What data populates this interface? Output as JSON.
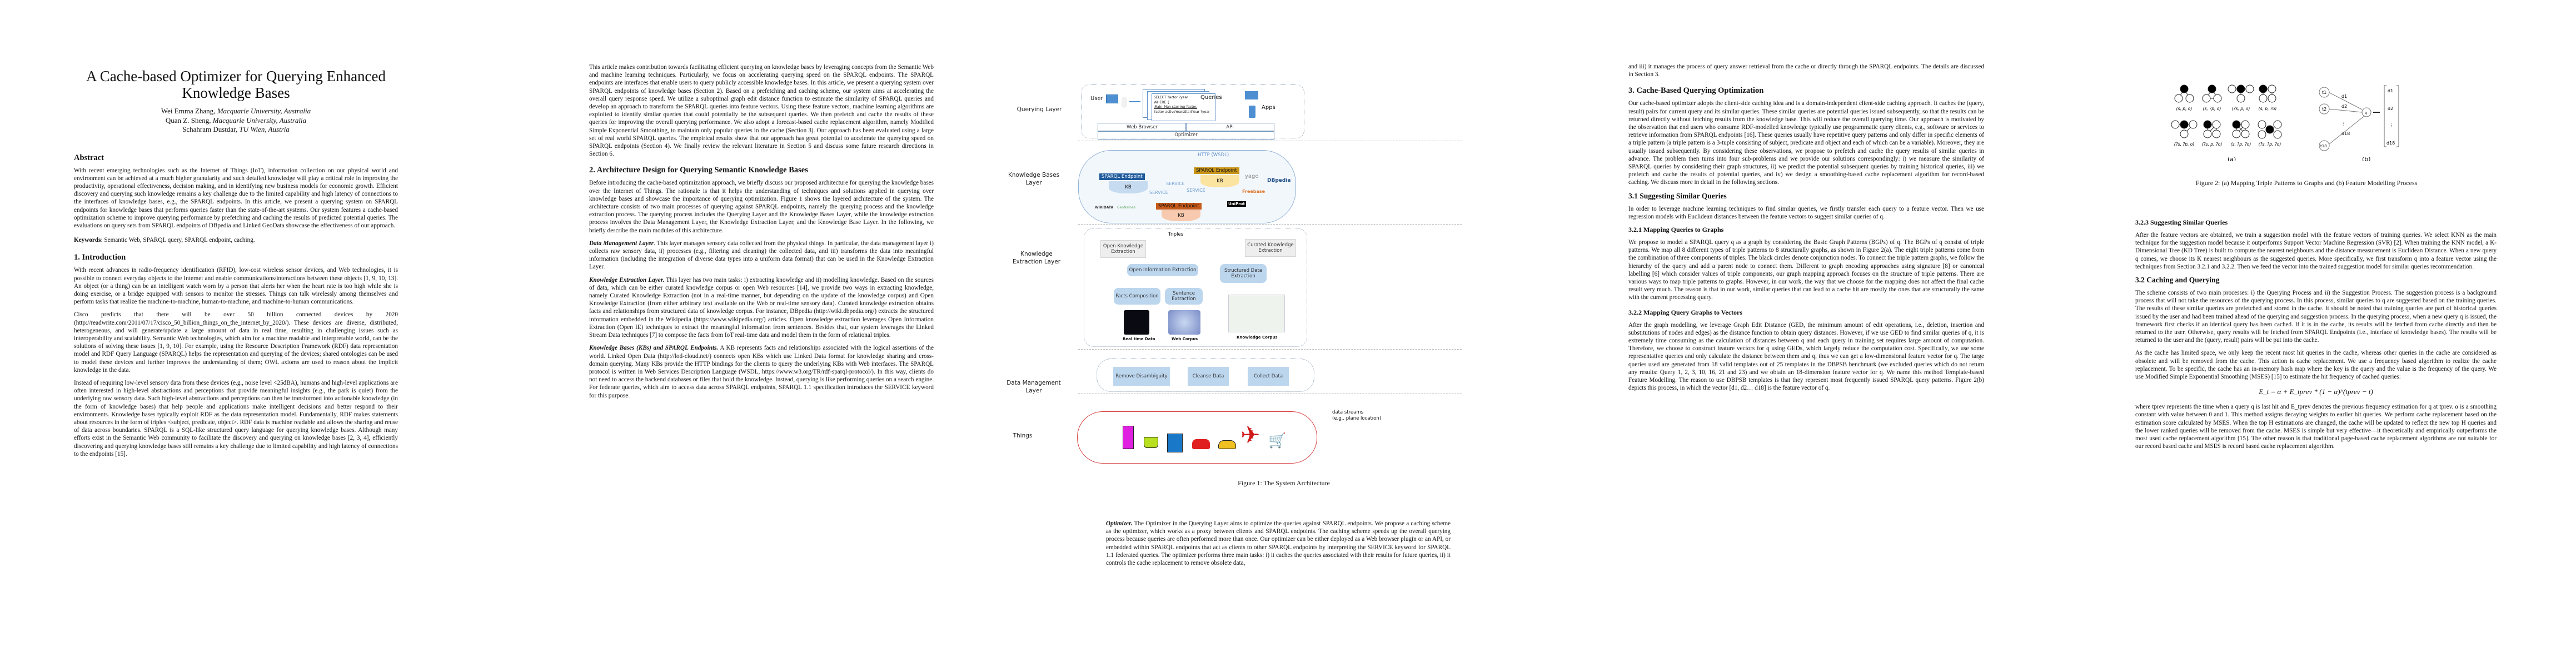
{
  "paper": {
    "title": "A Cache-based Optimizer for Querying Enhanced Knowledge Bases",
    "authors": [
      {
        "name": "Wei Emma Zhang, ",
        "affiliation": "Macquarie University, Australia"
      },
      {
        "name": "Quan Z. Sheng, ",
        "affiliation": "Macquarie University, Australia"
      },
      {
        "name": "Schahram Dustdar, ",
        "affiliation": "TU Wien, Austria"
      }
    ],
    "abstract_heading": "Abstract",
    "abstract": "With recent emerging technologies such as the Internet of Things (IoT), information collection on our physical world and environment can be achieved at a much higher granularity and such detailed knowledge will play a critical role in improving the productivity, operational effectiveness, decision making, and in identifying new business models for economic growth. Efficient discovery and querying such knowledge remains a key challenge due to the limited capability and high latency of connections to the interfaces of knowledge bases, e.g., the SPARQL endpoints. In this article, we present a querying system on SPARQL endpoints for knowledge bases that performs queries faster than the state-of-the-art systems. Our system features a cache-based optimization scheme to improve querying performance by prefetching and caching the results of predicted potential queries. The evaluations on query sets from SPARQL endpoints of DBpedia and Linked GeoData showcase the effectiveness of our approach.",
    "keywords_label": "Keywords",
    "keywords": ":  Semantic Web, SPARQL query, SPARQL endpoint, caching.",
    "sec1_heading": "1. Introduction",
    "sec1_paragraphs": [
      "With recent advances in radio-frequency identification (RFID), low-cost wireless sensor devices, and Web technologies, it is possible to connect everyday objects to the Internet and enable communications/interactions between these objects [1, 9, 10, 13]. An object (or a thing) can be an intelligent watch worn by a person that alerts her when the heart rate is too high while she is doing exercise, or a bridge equipped with sensors to monitor the stresses. Things can talk wirelessly among themselves and perform tasks that realize the machine-to-machine, human-to-machine, and machine-to-human communications.",
      "Cisco predicts that there will be over 50 billion connected devices by 2020 (http://readwrite.com/2011/07/17/cisco_50_billion_things_on_the_internet_by_2020/). These devices are diverse, distributed, heterogeneous, and will generate/update a large amount of data in real time, resulting in challenging issues such as interoperability and scalability. Semantic Web technologies, which aim for a machine readable and interpretable world, can be the solutions of solving these issues [1, 9, 10]. For example, using the Resource Description Framework (RDF) data representation model and RDF Query Language (SPARQL) helps the representation and querying of the devices; shared ontologies can be used to model these devices and further improves the understanding of them; OWL axioms are used to reason about the implicit knowledge in the data.",
      "Instead of requiring low-level sensory data from these devices (e.g., noise level <25dBA), humans and high-level applications are often interested in high-level abstractions and perceptions that provide meaningful insights (e.g., the park is quiet) from the underlying raw sensory data. Such high-level abstractions and perceptions can then be transformed into actionable knowledge (in the form of knowledge bases) that help people and applications make intelligent decisions and better respond to their environments. Knowledge bases typically exploit RDF as the data representation model. Fundamentally, RDF makes statements about resources in the form of triples <subject, predicate, object>. RDF data is machine readable and allows the sharing and reuse of data across boundaries. SPARQL is a SQL-like structured query language for querying knowledge bases. Although many efforts exist in the Semantic Web community to facilitate the discovery and querying on knowledge bases [2, 3, 4], efficiently discovering and querying knowledge bases still remains a key challenge due to limited capability and high latency of connections to the endpoints [15]."
    ],
    "col2_intro": "This article makes contribution towards facilitating efficient querying on knowledge bases by leveraging concepts from the Semantic Web and machine learning techniques. Particularly, we focus on accelerating querying speed on the SPARQL endpoints. The SPARQL endpoints are interfaces that enable users to query publicly accessible knowledge bases. In this article, we present a querying system over SPARQL endpoints of knowledge bases (Section 2). Based on a prefetching and caching scheme, our system aims at accelerating the overall query response speed. We utilize a suboptimal graph edit distance function to estimate the similarity of SPARQL queries and develop an approach to transform the SPARQL queries into feature vectors. Using these feature vectors, machine learning algorithms are exploited to identify similar queries that could potentially be the subsequent queries. We then prefetch and cache the results of these queries for improving the overall querying performance. We also adopt a forecast-based cache replacement algorithm, namely Modified Simple Exponential Smoothing, to maintain only popular queries in the cache (Section 3). Our approach has been evaluated using a large set of real world SPARQL queries. The empirical results show that our approach has great potential to accelerate the querying speed on SPARQL endpoints (Section 4). We finally review the relevant literature in Section 5 and discuss some future research directions in Section 6.",
    "sec2_heading": "2. Architecture Design for Querying Semantic Knowledge Bases",
    "sec2_intro": "Before introducing the cache-based optimization approach, we briefly discuss our proposed architecture for querying the knowledge bases over the Internet of Things. The rationale is that it helps the understanding of techniques and solutions applied in querying over knowledge bases and showcase the importance of querying optimization. Figure 1 shows the layered architecture of the system. The architecture consists of two main processes of querying against SPARQL endpoints, namely the querying process and the knowledge extraction process. The querying process includes the Querying Layer and the Knowledge Bases Layer, while the knowledge extraction process involves the Data Management Layer, the Knowledge Extraction Layer, and the Knowledge Base Layer. In the following, we briefly describe the main modules of this architecture.",
    "dml_label": "Data Management Layer",
    "dml_text": ". This layer manages sensory data collected from the physical things. In particular, the data management layer i) collects raw sensory data, ii) processes (e.g., filtering and cleaning) the collected data, and iii) transforms the data into meaningful information (including the integration of diverse data types into a uniform data format) that can be used in the Knowledge Extraction Layer.",
    "kel_label": "Knowledge Extraction Layer.",
    "kel_text": " This layer has two main tasks: i) extracting knowledge and ii) modelling knowledge. Based on the sources of data, which can be either curated knowledge corpus or open Web resources [14], we provide two ways in extracting knowledge, namely Curated Knowledge Extraction (not in a real-time manner, but depending on the update of the knowledge corpus) and Open Knowledge Extraction (from either arbitrary text available on the Web or real-time sensory data). Curated knowledge extraction obtains facts and relationships from structured data of knowledge corpus. For instance, DBpedia (http://wiki.dbpedia.org/) extracts the structured information embedded in the Wikipedia (https://www.wikipedia.org/) articles. Open knowledge extraction leverages Open Information Extraction (Open IE) techniques to extract the meaningful information from sentences. Besides that, our system leverages the Linked Stream Data techniques [7] to compose the facts from IoT real-time data and model them in the form of relational triples.",
    "kb_label": "Knowledge Bases (KBs) and SPARQL Endpoints.",
    "kb_text": "  A KB represents facts and relationships associated with the logical assertions of the world. Linked Open Data (http://lod-cloud.net/) connects open KBs which use Linked Data format for knowledge sharing and cross-domain querying. Many KBs provide the HTTP bindings for the clients to query the underlying KBs with Web interfaces. The SPARQL protocol is written in Web Services Description Language (WSDL, https://www.w3.org/TR/rdf-sparql-protocol/). In this way, clients do not need to access the backend databases or files that hold the knowledge. Instead, querying is like performing queries on a search engine. For federate queries, which aim to access data across SPARQL endpoints, SPARQL 1.1 specification introduces the SERVICE keyword for this purpose.",
    "figure1": {
      "caption": "Figure 1: The System Architecture",
      "layers": [
        "Querying Layer",
        "Knowledge Bases Layer",
        "Knowledge Extraction Layer",
        "Data Management Layer",
        "Things"
      ],
      "user_label": "User",
      "queries_label": "Queries",
      "apps_label": "Apps",
      "query_lines": [
        "SELECT ?actor ?year",
        "WHERE {",
        ":Rain_Man starring ?actor.",
        "?actor activeYearsStartYear ?year"
      ],
      "web_browser": "Web Browser",
      "api": "API",
      "optimizer": "Optimizer",
      "http": "HTTP (WSDL)",
      "sparql_endpoint": "SPARQL Endpoint",
      "kb": "KB",
      "service": "SERVICE",
      "kb_logos": [
        "WIKIDATA",
        "GeoNames",
        "yago",
        "DBpedia",
        "Freebase",
        "UniProt"
      ],
      "triples": "Triples",
      "open_ke": "Open Knowledge Extraction",
      "curated_ke": "Curated Knowledge Extraction",
      "open_ie": "Open Information Extraction",
      "structured_de": "Structured Data Extraction",
      "facts_comp": "Facts Composition",
      "sentence_ext": "Sentence Extraction",
      "real_time": "Real time Data",
      "web_corpus": "Web Corpus",
      "knowledge_corpus": "Knowledge  Corpus",
      "remove_dis": "Remove Disambiguity",
      "cleanse": "Cleanse Data",
      "collect": "Collect Data",
      "data_streams": [
        "data streams",
        "(e.g., plane location)"
      ]
    },
    "opt_label": "Optimizer.",
    "opt_text": " The Optimizer in the Querying Layer aims to optimize the queries against SPARQL endpoints. We propose a caching scheme as the optimizer, which works as a proxy between clients and SPARQL endpoints. The caching scheme speeds up the overall querying process because queries are often performed more than once. Our optimizer can be either deployed as a Web browser plugin or an API, or embedded within SPARQL endpoints that act as clients to other SPARQL endpoints by interpreting the SERVICE keyword for SPARQL 1.1 federated queries.  The optimizer performs three main tasks: i) it caches the queries associated with their results for future queries, ii) it controls the cache replacement to remove obsolete data,",
    "col4_cont": "and iii) it manages the process of query answer retrieval from the cache or directly through the SPARQL endpoints. The details are discussed in Section 3.",
    "sec3_heading": "3. Cache-Based Querying Optimization",
    "sec3_intro": "Our cache-based optimizer adopts the client-side caching idea and is a domain-independent client-side caching approach. It caches the (query, result) pairs for current query and its similar queries. These similar queries are potential queries issued subsequently, so that the results can be returned directly without fetching results from the knowledge base. This will reduce the overall querying time. Our approach is motivated by the observation that end users who consume RDF-modelled knowledge typically use programmatic query clients, e.g., software or services to retrieve information from SPARQL endpoints [16]. These queries usually have repetitive query patterns and only differ in specific elements of a triple pattern (a triple pattern is a 3-tuple consisting of subject, predicate and object and each of which can be a variable). Moreover, they are usually issued subsequently. By considering these observations, we propose to prefetch and cache the query results of similar queries in advance. The problem then turns into four sub-problems and we provide our solutions correspondingly: i) we measure the similarity of SPARQL queries by considering their graph structures, ii) we predict the potential subsequent queries by training historical queries, iii) we prefetch and cache the results of potential queries, and iv) we design a smoothing-based cache replacement algorithm for record-based caching. We discuss more in detail in the following sections.",
    "sec31_heading": "3.1 Suggesting Similar Queries",
    "sec31_text": "In order to leverage machine learning techniques to find similar queries, we firstly transfer each query to a feature vector. Then we use regression models with Euclidean distances between the feature vectors to suggest similar queries of q.",
    "sec321_heading": "3.2.1 Mapping Queries to Graphs",
    "sec321_text": "We propose to model a SPARQL query q as a graph by considering the Basic Graph Patterns (BGPs) of q. The BGPs of q consist of triple patterns. We map all 8 different types of triple patterns to 8 structurally graphs, as shown in Figure 2(a). The eight triple patterns come from the combination of three components of triples. The black circles denote conjunction nodes. To connect the triple pattern graphs, we follow the hierarchy of the query and add a parent node to connect them. Different to graph encoding approaches using signature [8] or canonical labelling [6] which consider values of triple components, our graph mapping approach focuses on the structure of triple patterns. There are various ways to map triple patterns to graphs. However, in our work, the way that we choose for the mapping does not affect the final cache result very much. The reason is that in our work, similar queries that can lead to a cache hit are mostly the ones that are structurally the same with the current processing query.",
    "sec322_heading": "3.2.2 Mapping Query Graphs to Vectors",
    "sec322_text": "After the graph modelling, we leverage Graph Edit Distance (GED, the minimum amount of edit operations, i.e., deletion, insertion and substitutions of nodes and edges) as the distance function to obtain query distances. However, if we use GED to find similar queries of q, it is extremely time consuming as the calculation of distances between q and each query in training set requires large amount of computation. Therefore, we choose to construct feature vectors for q using GEDs, which largely reduce the computation cost. Specifically, we use some representative queries and only calculate the distance between them and q, thus we can get a low-dimensional feature vector for q. The targe queries used are generated from 18 valid templates out of 25 templates in the DBPSB benchmark (we excluded queries which do not return any results: Query 1, 2, 3, 10, 16, 21 and 23) and we obtain an 18-dimension feature vector for q.  We name this method Template-based Feature Modelling. The reason to use DBPSB templates is that they represent most frequently issued SPARQL query patterns. Figure 2(b) depicts this process, in which the vector [d1, d2… d18] is the feature vector of q.",
    "figure2": {
      "caption": "Figure 2: (a) Mapping Triple Patterns to Graphs and (b) Feature Modelling Process",
      "patterns": [
        "(s, p, o)",
        "(s, ?p, o)",
        "(?s, p, o)",
        "(s, p, ?o)",
        "(?s, ?p, o)",
        "(?s, p, ?o)",
        "(s, ?p, ?o)",
        "(?s, ?p, ?o)"
      ],
      "sub_a": "(a)",
      "sub_b": "(b)",
      "nodes": [
        "t1",
        "t2",
        "t18"
      ],
      "edges": [
        "d1",
        "d2",
        "d18"
      ],
      "query_node": "q",
      "vector": [
        "d1",
        "d2",
        "⋮",
        "d18"
      ]
    },
    "sec323_heading": "3.2.3 Suggesting Similar Queries",
    "sec323_text": "After the feature vectors are obtained, we train a suggestion model with the feature vectors of training queries. We select KNN as the main technique for the suggestion model because it outperforms Support Vector Machine Regression (SVR) [2]. When training the KNN model, a K-Dimensional Tree (KD Tree) is built to compute the nearest neighbours and the distance measurement is Euclidean Distance. When a new query q comes, we choose its K nearest neighbours as the suggested queries. More specifically, we first transform q into a feature vector using the techniques from Section 3.2.1 and 3.2.2. Then we feed the vector into the trained suggestion model for similar queries recommendation.",
    "sec32_heading": "3.2 Caching and Querying",
    "sec32_text": "The scheme consists of two main processes: i) the Querying Process and ii) the Suggestion Process. The suggestion process is a background process that will not take the resources of the querying process. In this process, similar queries to q are suggested based on the training queries. The results of these similar queries are prefetched and stored in the cache. It should be noted that training queries are part of historical queries issued by the user and had been trained ahead of the querying and suggestion process. In the querying process, when a new query q is issued, the framework first checks if an identical query has been cached. If it is in the cache, its results will be fetched from cache directly and then be returned to the user. Otherwise, query results will be fetched from SPARQL Endpoints (i.e., interface of knowledge bases). The results will be returned to the user and the (query, result) pairs will be put into the cache.",
    "cache_text": "As the cache has limited space, we only keep the recent most hit queries in the cache, whereas other queries in the cache are considered as obsolete and will be removed from the cache. This action is cache replacement. We use a frequency based algorithm to realize the cache replacement. To be specific, the cache has an in-memory hash map where the key is the query and the value is the frequency of the query. We use Modified Simple Exponential Smoothing (MSES) [15] to estimate the hit frequency of cached queries:",
    "equation": "E_t = α + E_tprev * (1 − α)^(tprev − t)",
    "after_eq": "where tprev represents the time when a query q is last hit and E_tprev denotes the previous frequency estimation for q at tprev. α is a smoothing constant with value between 0 and 1. This method assigns decaying weights to earlier hit queries. We perform cache replacement based on the estimation score calculated by MSES. When the top H estimations are changed, the cache will be updated to reflect the new top H queries and the lower ranked queries will be removed from the cache. MSES is simple but very effective—it theoretically and empirically outperforms the most used cache replacement algorithm [15]. The other reason is that traditional page-based cache replacement algorithms are not suitable for our record based cache and MSES is record based cache replacement algorithm."
  }
}
